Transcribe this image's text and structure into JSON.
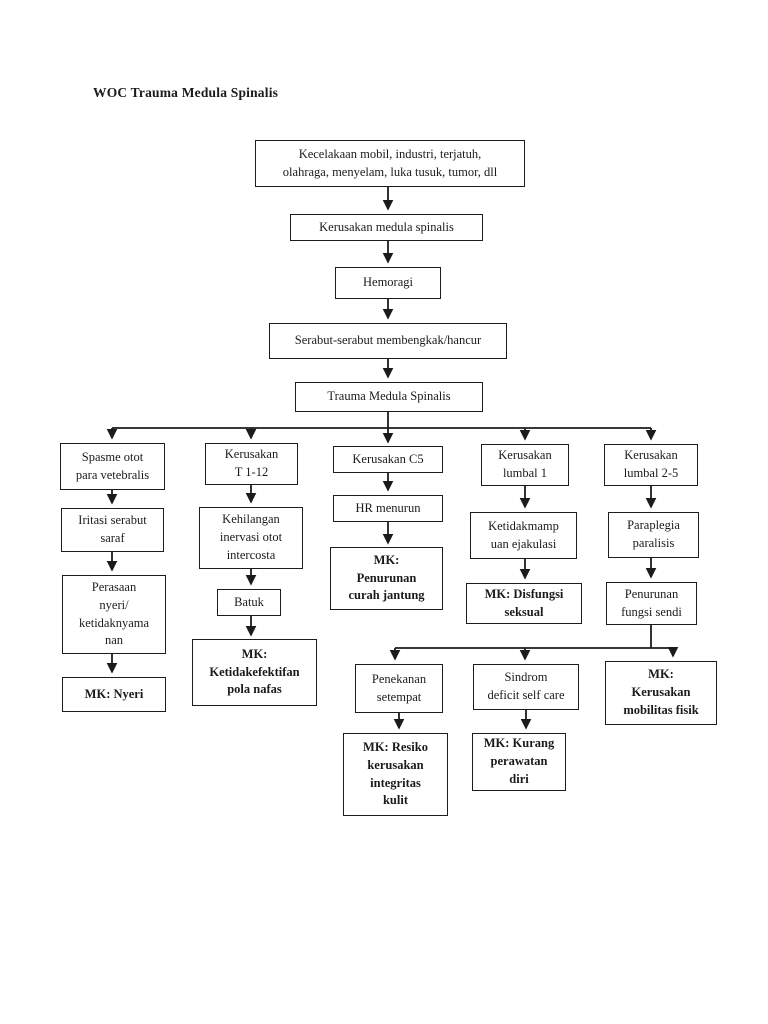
{
  "title": "WOC Trauma Medula Spinalis",
  "colors": {
    "background": "#ffffff",
    "box_border": "#1c1c1c",
    "text": "#1b1b1b"
  },
  "nodes": {
    "kecelakaan": {
      "label": "Kecelakaan mobil, industri, terjatuh,\nolahraga, menyelam, luka tusuk, tumor, dll"
    },
    "kerusakan_medula": {
      "label": "Kerusakan medula spinalis"
    },
    "hemoragi": {
      "label": "Hemoragi"
    },
    "serabut": {
      "label": "Serabut-serabut membengkak/hancur"
    },
    "trauma": {
      "label": "Trauma Medula Spinalis"
    },
    "spasme_otot": {
      "label": "Spasme otot\npara vetebralis"
    },
    "iritasi_serabut": {
      "label": "Iritasi serabut\nsaraf"
    },
    "perasaan_nyeri": {
      "label": "Perasaan\nnyeri/\nketidaknyama\nnan"
    },
    "mk_nyeri": {
      "label": "MK: Nyeri"
    },
    "kerusakan_t112": {
      "label": "Kerusakan\nT 1-12"
    },
    "kehilangan_inervasi": {
      "label": "Kehilangan\ninervasi otot\nintercosta"
    },
    "batuk": {
      "label": "Batuk"
    },
    "mk_pola_nafas": {
      "label": "MK:\nKetidakefektifan\npola nafas"
    },
    "kerusakan_c5": {
      "label": "Kerusakan C5"
    },
    "hr_menurun": {
      "label": "HR menurun"
    },
    "mk_curah_jantung": {
      "label": "MK:\nPenurunan\ncurah jantung"
    },
    "kerusakan_lumbal_1": {
      "label": "Kerusakan\nlumbal 1"
    },
    "ketidakmampuan": {
      "label": "Ketidakmamp\nuan ejakulasi"
    },
    "mk_disfungsi": {
      "label": "MK: Disfungsi\nseksual"
    },
    "kerusakan_lumbal_25": {
      "label": "Kerusakan\nlumbal 2-5"
    },
    "paraplegia": {
      "label": "Paraplegia\nparalisis"
    },
    "penurunan_sendi": {
      "label": "Penurunan\nfungsi sendi"
    },
    "penekanan": {
      "label": "Penekanan\nsetempat"
    },
    "sindrom": {
      "label": "Sindrom\ndeficit self care"
    },
    "mk_mobilitas": {
      "label": "MK:\nKerusakan\nmobilitas fisik"
    },
    "mk_integritas": {
      "label": "MK: Resiko\nkerusakan\nintegritas\nkulit"
    },
    "mk_perawatan": {
      "label": "MK: Kurang\nperawatan\ndiri"
    }
  },
  "edges": [
    [
      "kecelakaan",
      "kerusakan_medula"
    ],
    [
      "kerusakan_medula",
      "hemoragi"
    ],
    [
      "hemoragi",
      "serabut"
    ],
    [
      "serabut",
      "trauma"
    ],
    [
      "trauma",
      "spasme_otot"
    ],
    [
      "trauma",
      "kerusakan_t112"
    ],
    [
      "trauma",
      "kerusakan_c5"
    ],
    [
      "trauma",
      "kerusakan_lumbal_1"
    ],
    [
      "trauma",
      "kerusakan_lumbal_25"
    ],
    [
      "spasme_otot",
      "iritasi_serabut"
    ],
    [
      "iritasi_serabut",
      "perasaan_nyeri"
    ],
    [
      "perasaan_nyeri",
      "mk_nyeri"
    ],
    [
      "kerusakan_t112",
      "kehilangan_inervasi"
    ],
    [
      "kehilangan_inervasi",
      "batuk"
    ],
    [
      "batuk",
      "mk_pola_nafas"
    ],
    [
      "kerusakan_c5",
      "hr_menurun"
    ],
    [
      "hr_menurun",
      "mk_curah_jantung"
    ],
    [
      "kerusakan_lumbal_1",
      "ketidakmampuan"
    ],
    [
      "ketidakmampuan",
      "mk_disfungsi"
    ],
    [
      "kerusakan_lumbal_25",
      "paraplegia"
    ],
    [
      "paraplegia",
      "penurunan_sendi"
    ],
    [
      "penurunan_sendi",
      "penekanan"
    ],
    [
      "penurunan_sendi",
      "sindrom"
    ],
    [
      "penurunan_sendi",
      "mk_mobilitas"
    ],
    [
      "penekanan",
      "mk_integritas"
    ],
    [
      "sindrom",
      "mk_perawatan"
    ]
  ]
}
